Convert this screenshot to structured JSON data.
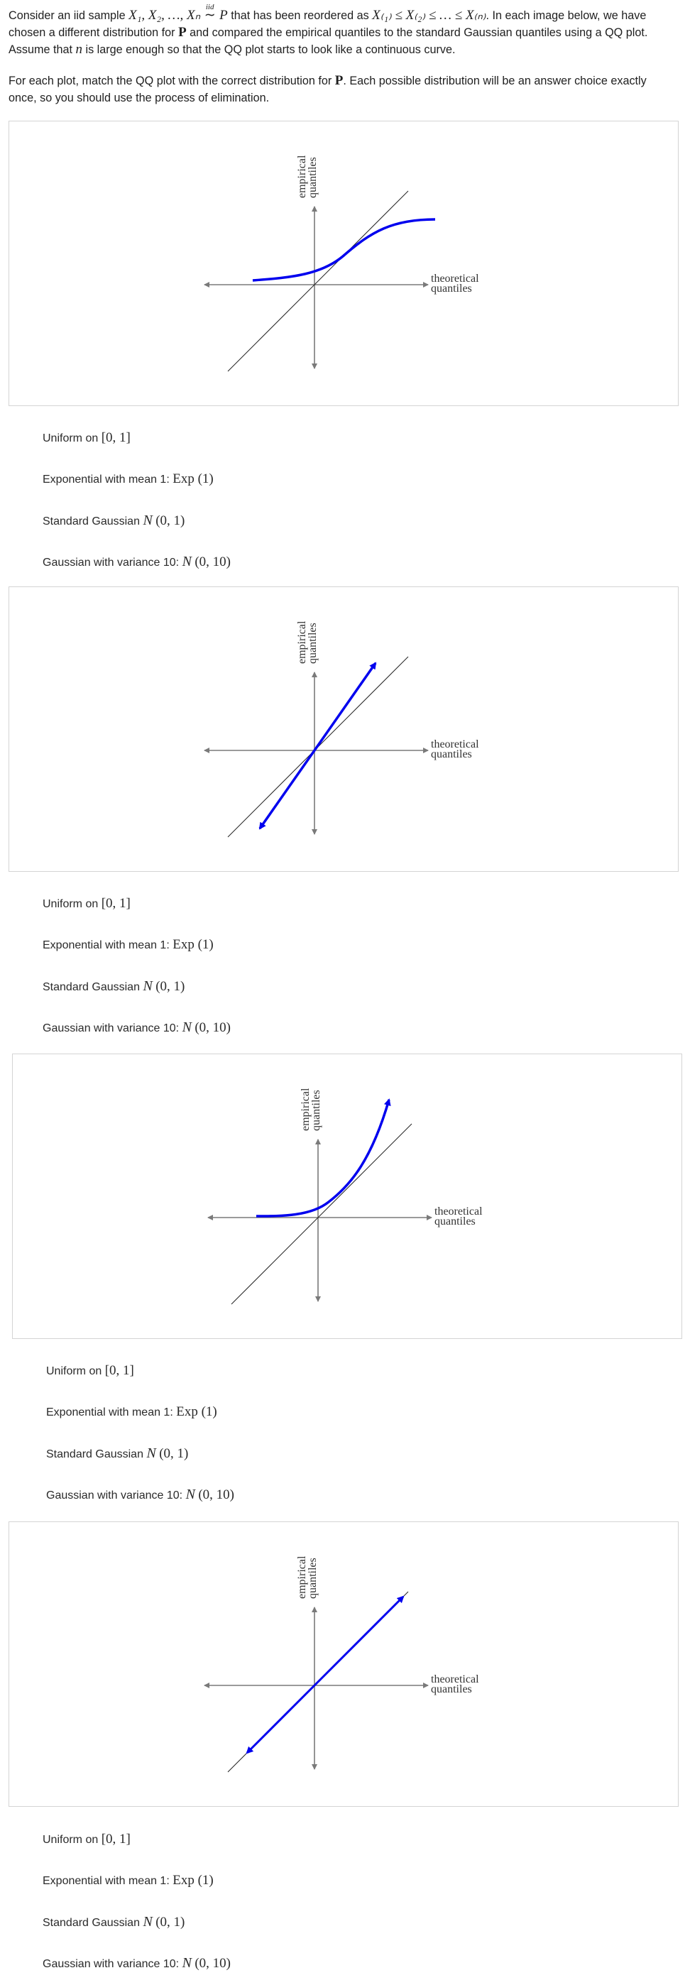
{
  "question": {
    "intro_before_sample": "Consider an iid sample",
    "sample_math": "X₁, X₂, …, Xₙ",
    "iid_tilde": "∼",
    "iid_mark": "iid",
    "distribution_symbol": "P",
    "intro_reordered": "that has been reordered as",
    "ordered_math": "X₍₁₎ ≤ X₍₂₎ ≤ … ≤ X₍ₙ₎",
    "intro_rest_1": ". In each image below, we have chosen a different distribution for",
    "bold_P": "P",
    "intro_rest_2": "and compared the empirical quantiles to the standard Gaussian quantiles using a QQ plot. Assume that",
    "n_symbol": "n",
    "intro_rest_3": "is large enough so that the QQ plot starts to look like a continuous curve.",
    "instruction_1": "For each plot, match the QQ plot with the correct distribution for",
    "instruction_bold_P": "P",
    "instruction_2": ". Each possible distribution will be an answer choice exactly once, so you should use the process of elimination."
  },
  "axis_labels": {
    "y_line1": "empirical",
    "y_line2": "quantiles",
    "x_line1": "theoretical",
    "x_line2": "quantiles"
  },
  "options": [
    {
      "text": "Uniform on",
      "math": "[0, 1]"
    },
    {
      "text": "Exponential with mean 1:",
      "math": "Exp (1)"
    },
    {
      "text": "Standard Gaussian",
      "math": "N",
      "math_args": "(0, 1)"
    },
    {
      "text": "Gaussian with variance 10:",
      "math": "N",
      "math_args": "(0, 10)"
    }
  ],
  "colors": {
    "curve": "#0000ee",
    "axes": "#7a7a7a",
    "reference": "#222222",
    "border": "#d4d4d4"
  },
  "plots": [
    {
      "curve_shape": "s-curve-bounded",
      "description_key": "plot1"
    },
    {
      "curve_shape": "steep-line",
      "description_key": "plot2"
    },
    {
      "curve_shape": "convex-right-skew",
      "description_key": "plot3"
    },
    {
      "curve_shape": "identity-line",
      "description_key": "plot4"
    }
  ]
}
